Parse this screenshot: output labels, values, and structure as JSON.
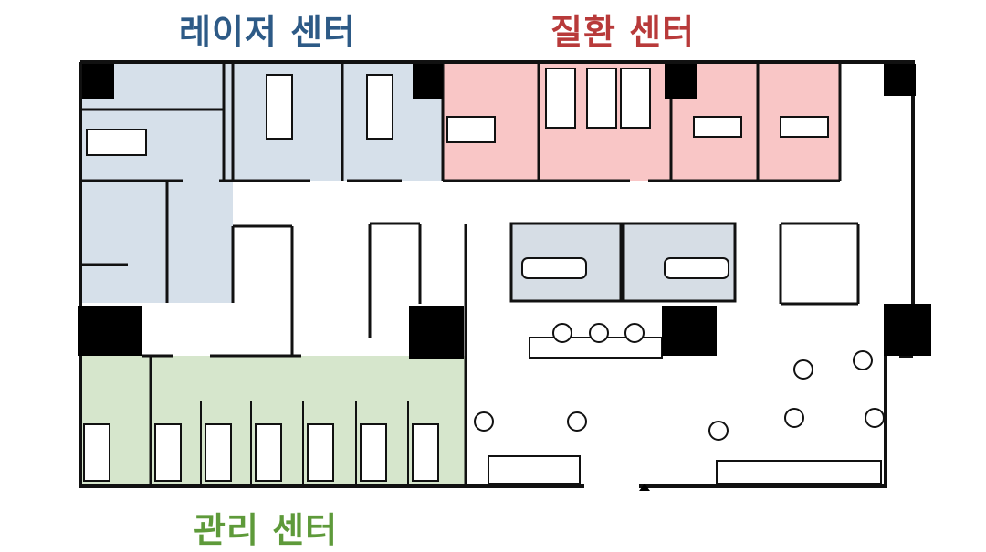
{
  "labels": {
    "laser": "레이저 센터",
    "disease": "질환 센터",
    "care": "관리 센터"
  },
  "colors": {
    "laser_text": "#2d5a86",
    "laser_fill": "#d6e0ea",
    "disease_text": "#b83a3a",
    "disease_fill": "#f9c6c6",
    "care_text": "#5e9a3a",
    "care_fill": "#d6e6cc",
    "wall": "#111111",
    "room_fill": "#d6dde5"
  }
}
